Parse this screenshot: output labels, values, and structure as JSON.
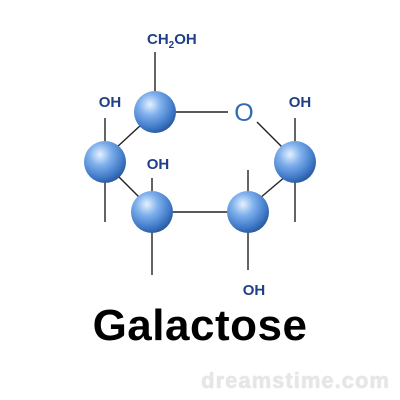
{
  "molecule": {
    "name": "Galactose",
    "labels": {
      "ch2oh_main": "CH",
      "ch2oh_sub": "2",
      "ch2oh_tail": "OH",
      "ring_oxygen": "O",
      "oh_top_left": "OH",
      "oh_top_right": "OH",
      "oh_center": "OH",
      "oh_bottom": "OH"
    }
  },
  "watermark": "dreamstime.com",
  "colors": {
    "atom": "#4a86d4",
    "label": "#1f3f86",
    "bond": "#222222",
    "ring_oxygen": "#2c6db5"
  }
}
